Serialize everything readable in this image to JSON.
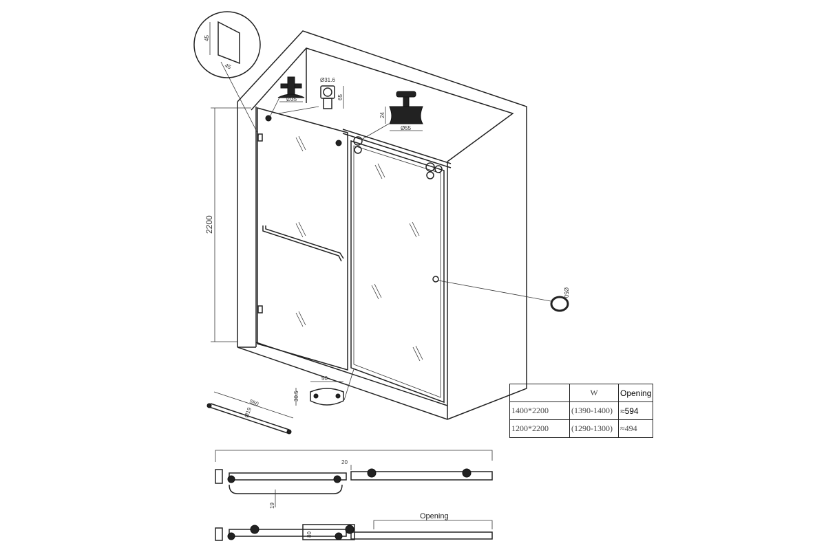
{
  "dimensions": {
    "height": "2200",
    "corner_a": "45",
    "corner_b": "45",
    "top_fixing_dia": "Ø35",
    "stopper_dia": "Ø31.6",
    "stopper_height": "65",
    "roller_height": "24",
    "roller_dia": "Ø55",
    "knob_dia": "Ø50",
    "guide_width": "50",
    "guide_height": "30.5",
    "handle_length": "550",
    "handle_dia": "Ø19",
    "plan_offset": "20",
    "plan_handle_depth": "19",
    "plan_gap": "80",
    "opening_label": "Opening"
  },
  "spec_table": {
    "headers": [
      "",
      "W",
      "Opening"
    ],
    "rows": [
      [
        "1400*2200",
        "(1390-1400)",
        "≈594"
      ],
      [
        "1200*2200",
        "(1290-1300)",
        "≈494"
      ]
    ]
  }
}
